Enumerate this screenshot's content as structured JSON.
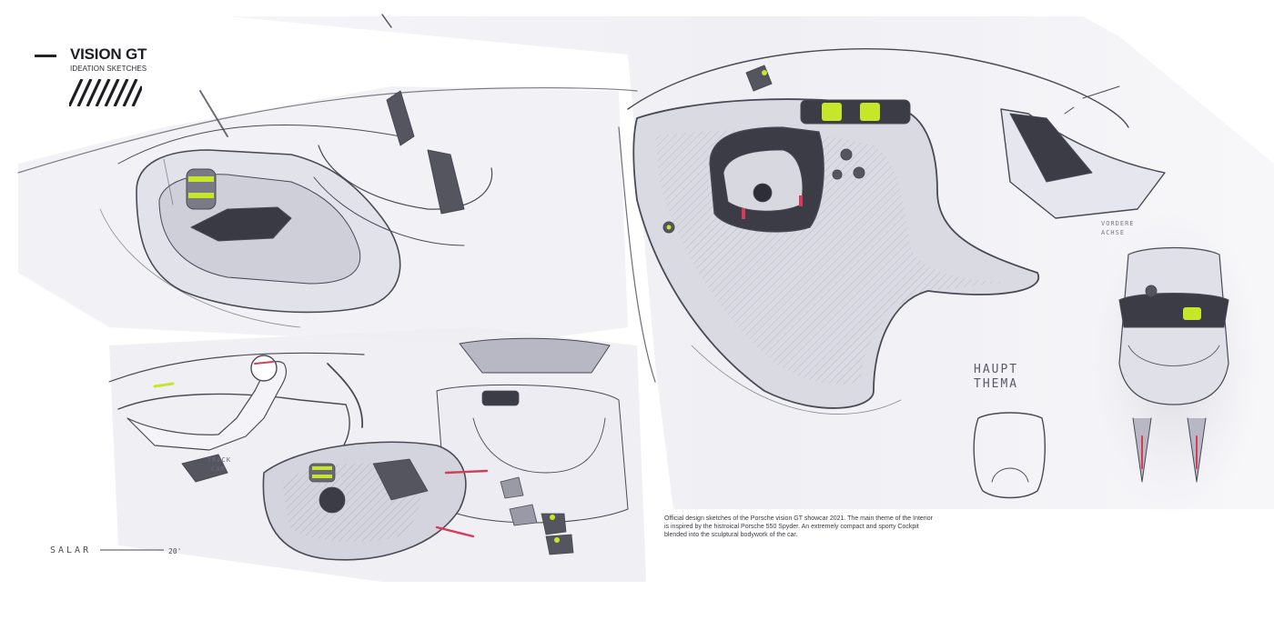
{
  "header": {
    "title": "VISION GT",
    "subtitle": "IDEATION SKETCHES"
  },
  "description": "Official design sketches of the Porsche vision GT showcar 2021. The main theme of the Interior is inspired by the histroical Porsche 550 Spyder. An extremely compact and sporty Cockpit blended into the sculptural bodywork of the car.",
  "annotations": {
    "haupt_line1": "HAUPT",
    "haupt_line2": "THEMA",
    "axle_line1": "VORDERE",
    "axle_line2": "ACHSE",
    "track_line1": "TRACK",
    "track_line2": "CAM",
    "signature": "SALAR",
    "signature_year": "20'"
  },
  "colors": {
    "background": "#ffffff",
    "sketch_shadow": "#dcdce4",
    "line": "#4a4a56",
    "accent": "#c6e62a",
    "red_accent": "#d83a5a"
  }
}
